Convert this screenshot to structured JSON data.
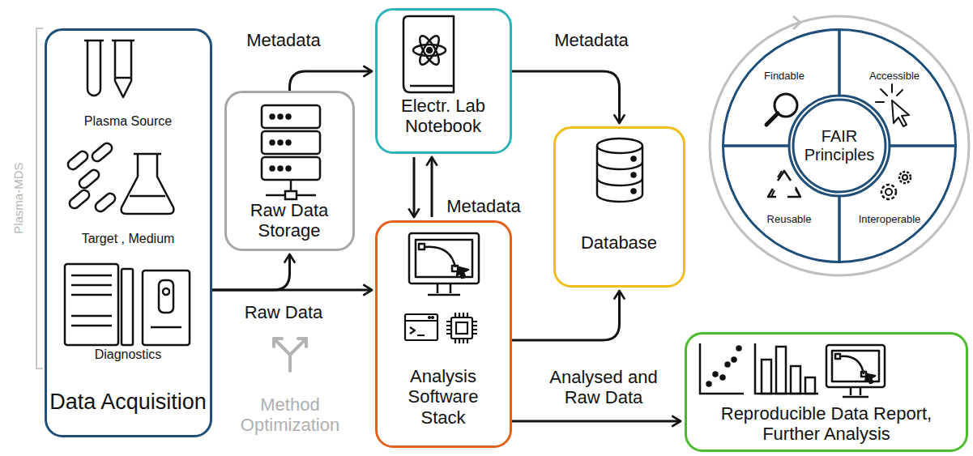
{
  "diagram": {
    "nodes": [
      {
        "text": [
          "Plasma Source",
          "Target , Medium",
          "Diagnostics",
          "Data Acquisition"
        ]
      },
      {
        "text": [
          "Raw Data Storage"
        ]
      },
      {
        "text": [
          "Electr. Lab Notebook"
        ]
      },
      {
        "text": [
          "Analysis Software Stack"
        ]
      },
      {
        "text": [
          "Database"
        ]
      },
      {
        "text": [
          "FAIR Principles"
        ]
      },
      {
        "text": [
          "Findable"
        ],
        "in": 5
      },
      {
        "text": [
          "Accessible"
        ],
        "in": 5
      },
      {
        "text": [
          "Reusable"
        ],
        "in": 5
      },
      {
        "text": [
          "Interoperable"
        ],
        "in": 5
      },
      {
        "text": [
          "Reproducible Data Report, Further Analysis"
        ]
      }
    ],
    "edges": [
      {
        "from": 0,
        "to": 1,
        "arrow": "to"
      },
      {
        "from": 0,
        "to": 3,
        "label": "Raw Data",
        "arrow": "to"
      },
      {
        "from": 1,
        "to": 2,
        "label": "Metadata",
        "arrow": "to"
      },
      {
        "from": 2,
        "to": 3,
        "label": "Metadata",
        "arrow": "both"
      },
      {
        "from": 2,
        "to": 4,
        "label": "Metadata",
        "arrow": "to"
      },
      {
        "from": 3,
        "to": 4,
        "arrow": "to"
      },
      {
        "from": 3,
        "to": 10,
        "label": "Analysed and Raw Data",
        "arrow": "to"
      }
    ],
    "labels": [
      "Plasma-MDS",
      "Method Optimization"
    ]
  }
}
